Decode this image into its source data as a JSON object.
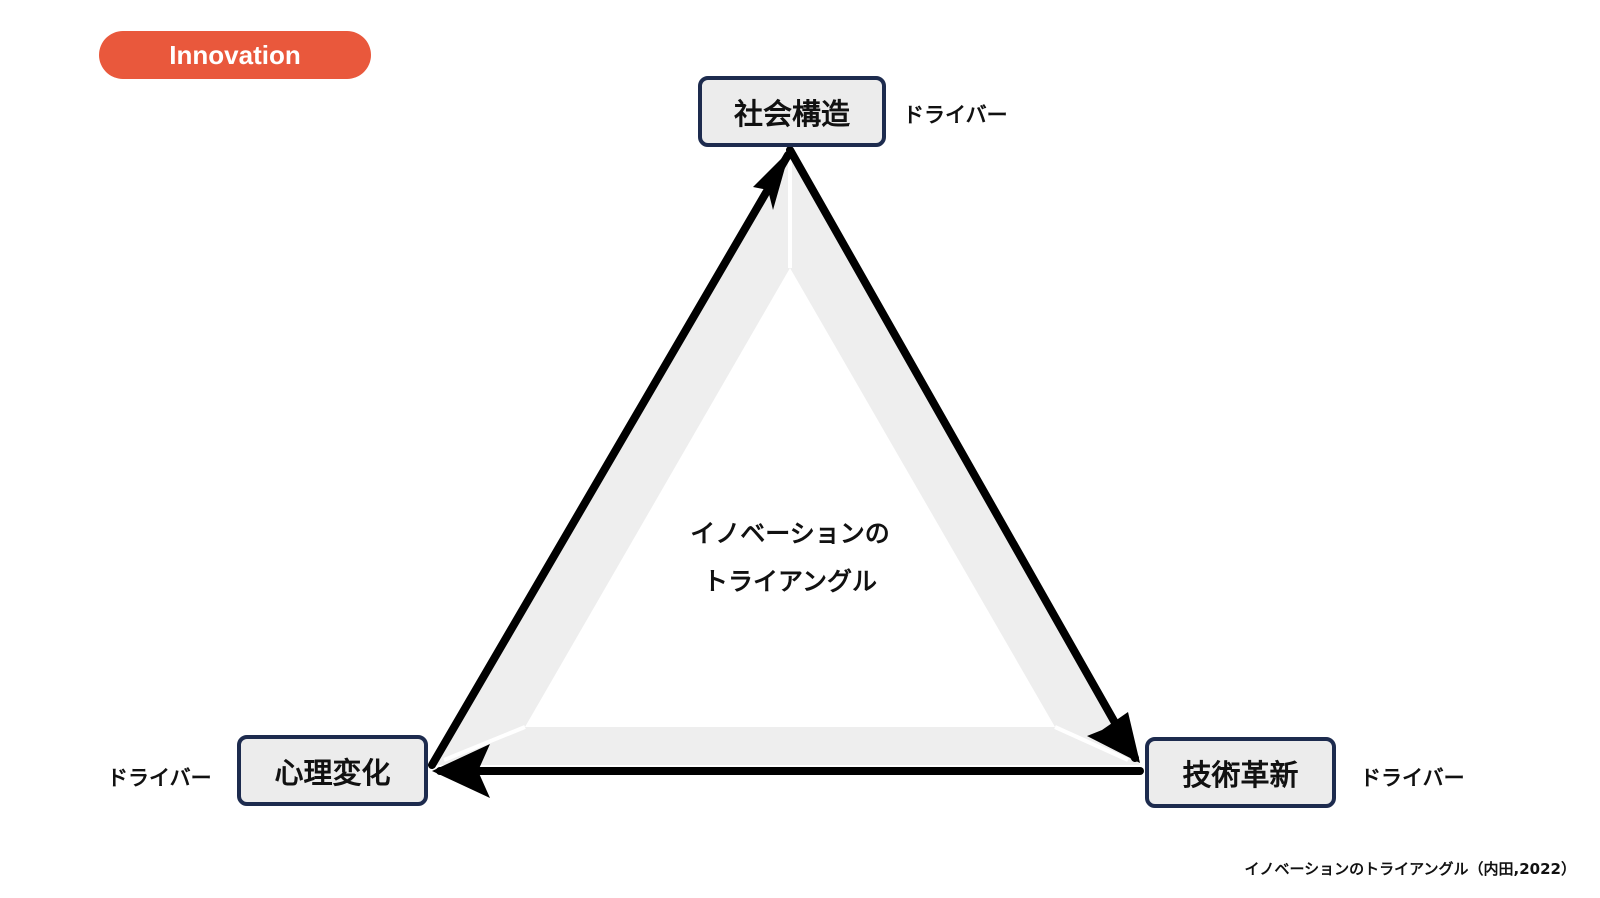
{
  "header": {
    "badge_label": "Innovation"
  },
  "nodes": {
    "top": {
      "label": "社会構造",
      "driver_label": "ドライバー"
    },
    "right": {
      "label": "技術革新",
      "driver_label": "ドライバー"
    },
    "left": {
      "label": "心理変化",
      "driver_label": "ドライバー"
    }
  },
  "center": {
    "line1": "イノベーションの",
    "line2": "トライアングル"
  },
  "caption": "イノベーションのトライアングル（内田,2022）",
  "colors": {
    "accent": "#e9583c",
    "node_border": "#1d2b4e",
    "node_fill": "#ececec",
    "band": "#eeeeee",
    "arrow": "#000000"
  }
}
